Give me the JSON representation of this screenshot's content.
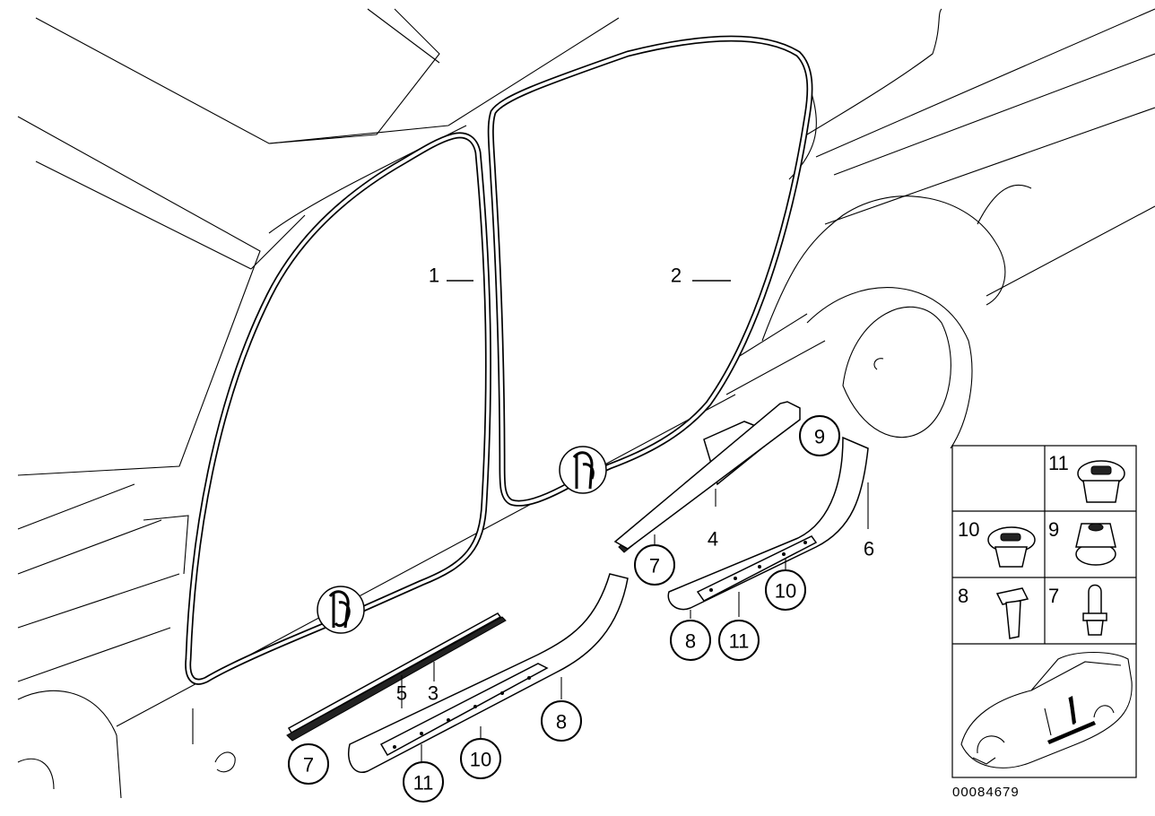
{
  "diagram": {
    "part_number": "00084679",
    "labels": {
      "l1": "1",
      "l2": "2",
      "l3": "3",
      "l4": "4",
      "l5": "5",
      "l6": "6"
    },
    "callouts": {
      "c7a": "7",
      "c7b": "7",
      "c8a": "8",
      "c8b": "8",
      "c9": "9",
      "c10a": "10",
      "c10b": "10",
      "c11a": "11",
      "c11b": "11"
    },
    "legend": {
      "cell_11": "11",
      "cell_10": "10",
      "cell_9": "9",
      "cell_8": "8",
      "cell_7": "7"
    }
  }
}
